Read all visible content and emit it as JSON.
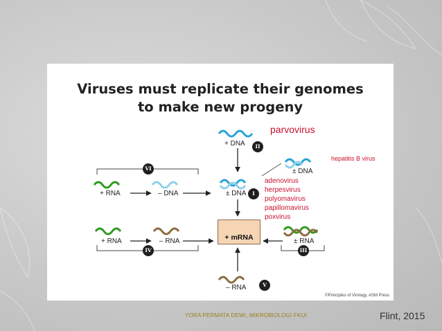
{
  "title_line1": "Viruses must replicate their genomes",
  "title_line2": "to make new progeny",
  "labels": {
    "dna_plus": "+ DNA",
    "rna_plus_vi": "+ RNA",
    "dna_minus": "– DNA",
    "dna_pm": "± DNA",
    "dna_pm_hep": "± DNA",
    "rna_plus_iv": "+ RNA",
    "rna_minus_iv": "– RNA",
    "mrna": "+ mRNA",
    "rna_pm": "± RNA",
    "rna_minus_v": "– RNA"
  },
  "viruses": {
    "parvovirus": "parvovirus",
    "hepatitis": "hepatitis B virus",
    "adenovirus": "adenovirus",
    "herpesvirus": "herpesvirus",
    "polyomavirus": "polyomavirus",
    "papillomavirus": "papillomavirus",
    "poxvirus": "poxvirus"
  },
  "classes": {
    "I": "I",
    "II": "II",
    "III": "III",
    "IV": "IV",
    "V": "V",
    "VI": "VI"
  },
  "credit": "©Principles of Virology, ASM Press",
  "footer": "YORA PERMATA DEWI, MIKROBIOLOGI FKUI",
  "citation": "Flint, 2015",
  "colors": {
    "green": "#2e9a1e",
    "light_blue": "#8fd0ea",
    "blue": "#2aa3d8",
    "brown": "#8b6b3e",
    "red": "#c8102e",
    "box": "#f5d5b3"
  }
}
